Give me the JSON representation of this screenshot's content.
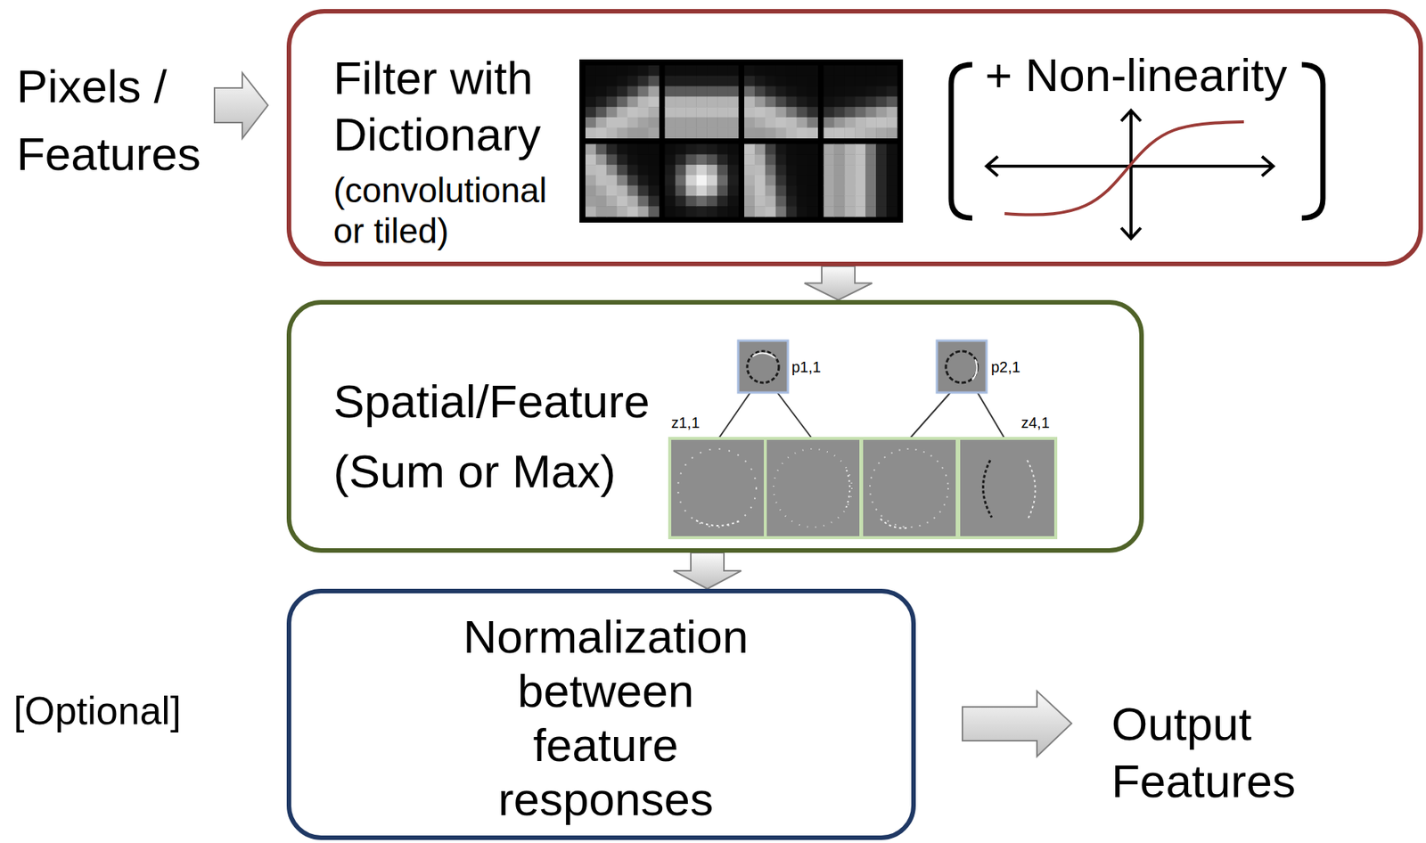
{
  "diagram": {
    "nodes": [
      {
        "text": [
          "Filter with Dictionary",
          "(convolutional or tiled)",
          "+ Non-linearity"
        ]
      },
      {
        "text": [
          "Spatial/Feature (Sum or Max)"
        ]
      },
      {
        "text": [
          "Normalization between feature responses"
        ]
      }
    ],
    "edges": [
      {
        "from": 0,
        "to": 1,
        "arrow": "to"
      },
      {
        "from": 1,
        "to": 2,
        "arrow": "to"
      }
    ],
    "labels": [
      "Pixels / Features",
      "p1,1",
      "p2,1",
      "z1,1",
      "z4,1",
      "[Optional]",
      "Output Features"
    ]
  }
}
